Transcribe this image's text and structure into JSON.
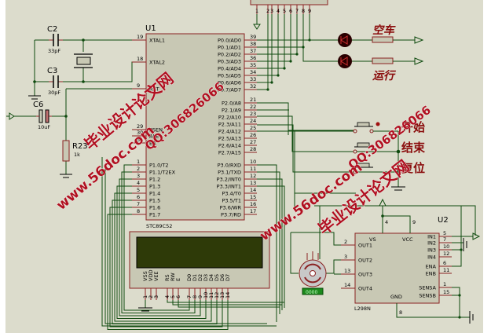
{
  "colors": {
    "sheet": "#dcdccc",
    "wire": "#0e4a0e",
    "chip_fill": "#c8c8b4",
    "chip_border": "#8a2222",
    "pin": "#8a2222",
    "lcd_screen": "#2e3a08",
    "led": "#2a0000",
    "watermark": "#b01020",
    "label_red": "#8a0c0c",
    "counter_green": "#1c8a1c"
  },
  "u1": {
    "ref": "U1",
    "part": "STC89C52",
    "left_pins": [
      {
        "num": "19",
        "name": "XTAL1"
      },
      {
        "num": "18",
        "name": "XTAL2"
      },
      {
        "num": "9",
        "name": "RST"
      },
      {
        "num": "29",
        "name": "PSEN"
      },
      {
        "num": "30",
        "name": "ALE"
      },
      {
        "num": "31",
        "name": "EA"
      },
      {
        "num": "1",
        "name": "P1.0/T2"
      },
      {
        "num": "2",
        "name": "P1.1/T2EX"
      },
      {
        "num": "3",
        "name": "P1.2"
      },
      {
        "num": "4",
        "name": "P1.3"
      },
      {
        "num": "5",
        "name": "P1.4"
      },
      {
        "num": "6",
        "name": "P1.5"
      },
      {
        "num": "7",
        "name": "P1.6"
      },
      {
        "num": "8",
        "name": "P1.7"
      }
    ],
    "right_pins_p0": [
      {
        "num": "39",
        "name": "P0.0/AD0"
      },
      {
        "num": "38",
        "name": "P0.1/AD1"
      },
      {
        "num": "37",
        "name": "P0.2/AD2"
      },
      {
        "num": "36",
        "name": "P0.3/AD3"
      },
      {
        "num": "35",
        "name": "P0.4/AD4"
      },
      {
        "num": "34",
        "name": "P0.5/AD5"
      },
      {
        "num": "33",
        "name": "P0.6/AD6"
      },
      {
        "num": "32",
        "name": "P0.7/AD7"
      }
    ],
    "right_pins_p2": [
      {
        "num": "21",
        "name": "P2.0/A8"
      },
      {
        "num": "22",
        "name": "P2.1/A9"
      },
      {
        "num": "23",
        "name": "P2.2/A10"
      },
      {
        "num": "24",
        "name": "P2.3/A11"
      },
      {
        "num": "25",
        "name": "P2.4/A12"
      },
      {
        "num": "26",
        "name": "P2.5/A13"
      },
      {
        "num": "27",
        "name": "P2.6/A14"
      },
      {
        "num": "28",
        "name": "P2.7/A15"
      }
    ],
    "right_pins_p3": [
      {
        "num": "10",
        "name": "P3.0/RXD"
      },
      {
        "num": "11",
        "name": "P3.1/TXD"
      },
      {
        "num": "12",
        "name": "P3.2/INT0"
      },
      {
        "num": "13",
        "name": "P3.3/INT1"
      },
      {
        "num": "14",
        "name": "P3.4/T0"
      },
      {
        "num": "15",
        "name": "P3.5/T1"
      },
      {
        "num": "16",
        "name": "P3.6/WR"
      },
      {
        "num": "17",
        "name": "P3.7/RD"
      }
    ]
  },
  "u2": {
    "ref": "U2",
    "part": "L298N",
    "top_pins": [
      {
        "num": "4",
        "name": "VS"
      },
      {
        "num": "9",
        "name": "VCC"
      }
    ],
    "left_pins": [
      {
        "num": "2",
        "name": "OUT1"
      },
      {
        "num": "3",
        "name": "OUT2"
      },
      {
        "num": "13",
        "name": "OUT3"
      },
      {
        "num": "14",
        "name": "OUT4"
      }
    ],
    "right_pins": [
      {
        "num": "5",
        "name": "IN1"
      },
      {
        "num": "7",
        "name": "IN2"
      },
      {
        "num": "10",
        "name": "IN3"
      },
      {
        "num": "12",
        "name": "IN4"
      },
      {
        "num": "6",
        "name": "ENA"
      },
      {
        "num": "11",
        "name": "ENB"
      },
      {
        "num": "1",
        "name": "SENSA"
      },
      {
        "num": "15",
        "name": "SENSB"
      }
    ],
    "bottom_pins": [
      {
        "num": "8",
        "name": "GND"
      }
    ]
  },
  "lcd": {
    "pins": [
      {
        "num": "1",
        "name": "VSS"
      },
      {
        "num": "2",
        "name": "VDD"
      },
      {
        "num": "3",
        "name": "VEE"
      },
      {
        "num": "4",
        "name": "RS"
      },
      {
        "num": "5",
        "name": "RW"
      },
      {
        "num": "6",
        "name": "E"
      },
      {
        "num": "7",
        "name": "D0"
      },
      {
        "num": "8",
        "name": "D1"
      },
      {
        "num": "9",
        "name": "D2"
      },
      {
        "num": "10",
        "name": "D3"
      },
      {
        "num": "11",
        "name": "D4"
      },
      {
        "num": "12",
        "name": "D5"
      },
      {
        "num": "13",
        "name": "D6"
      },
      {
        "num": "14",
        "name": "D7"
      }
    ]
  },
  "top_header": {
    "pins": [
      "1",
      "2",
      "3",
      "4",
      "5",
      "6",
      "7",
      "8",
      "9"
    ]
  },
  "components": {
    "c2": {
      "ref": "C2",
      "value": "33pF"
    },
    "c3": {
      "ref": "C3",
      "value": "30pF"
    },
    "c6": {
      "ref": "C6",
      "value": "10uF"
    },
    "r23": {
      "ref": "R23",
      "value": "1k"
    }
  },
  "indicators": [
    {
      "label": "空车"
    },
    {
      "label": "运行"
    }
  ],
  "buttons": [
    {
      "label": "开始"
    },
    {
      "label": "结束"
    },
    {
      "label": "复位"
    }
  ],
  "motor": {
    "counter": "0000"
  },
  "watermarks": {
    "site_cn": "毕业设计论文网",
    "url": "www.56doc.com",
    "qq": "QQ:306826066"
  }
}
